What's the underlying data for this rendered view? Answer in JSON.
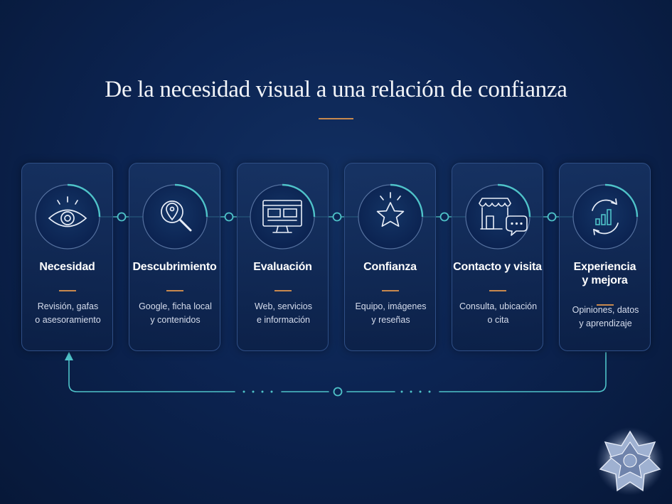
{
  "title": "De la necesidad visual a una relación de confianza",
  "colors": {
    "accent_teal": "#4fc3c9",
    "accent_copper": "#c8894e",
    "background": "#0c2452",
    "card_border": "#2f4f86"
  },
  "steps": [
    {
      "title": "Necesidad",
      "desc_lines": [
        "Revisión, gafas",
        "o asesoramiento"
      ],
      "icon": "eye-icon"
    },
    {
      "title": "Descubrimiento",
      "desc_lines": [
        "Google, ficha local",
        "y contenidos"
      ],
      "icon": "map-search-icon"
    },
    {
      "title": "Evaluación",
      "desc_lines": [
        "Web, servicios",
        "e información"
      ],
      "icon": "monitor-icon"
    },
    {
      "title": "Confianza",
      "desc_lines": [
        "Equipo, imágenes",
        "y reseñas"
      ],
      "icon": "star-icon"
    },
    {
      "title": "Contacto y visita",
      "desc_lines": [
        "Consulta, ubicación",
        "o cita"
      ],
      "icon": "store-chat-icon"
    },
    {
      "title_lines": [
        "Experiencia",
        "y mejora"
      ],
      "desc_lines": [
        "Opiniones, datos",
        "y aprendizaje"
      ],
      "icon": "cycle-chart-icon"
    }
  ]
}
